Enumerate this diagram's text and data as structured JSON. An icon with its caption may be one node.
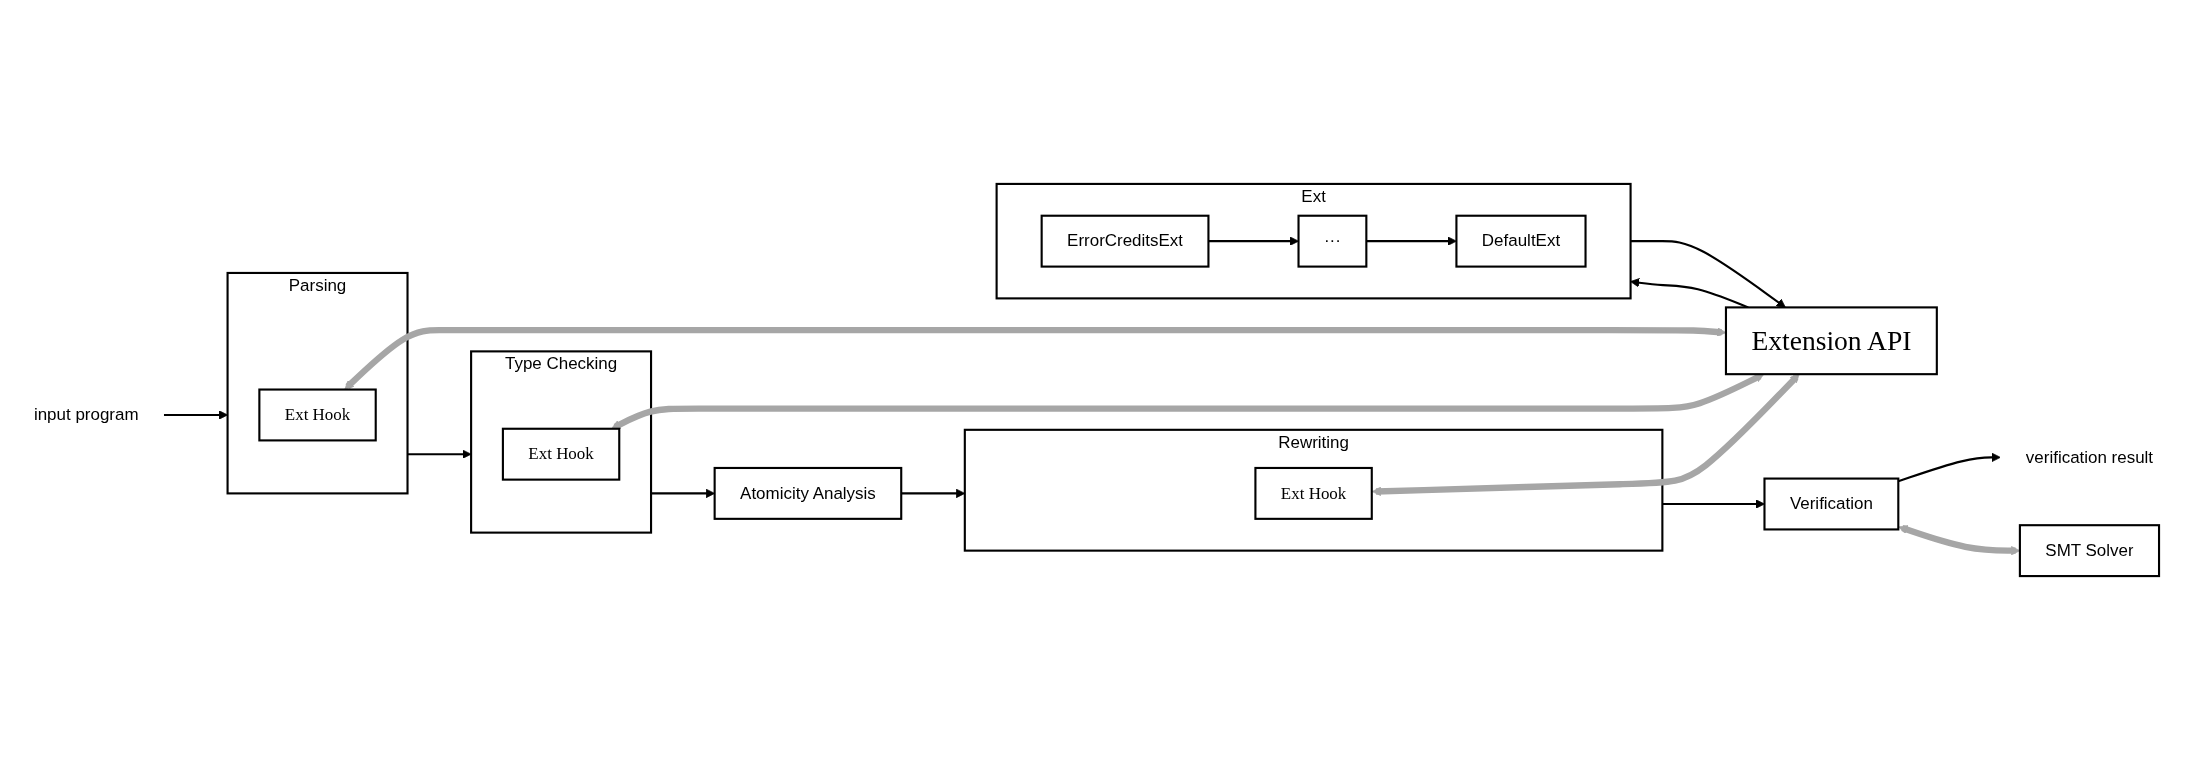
{
  "diagram": {
    "nodes": [
      {
        "text": [
          "input program"
        ]
      },
      {
        "text": [
          "Parsing"
        ]
      },
      {
        "text": [
          "Ext Hook"
        ],
        "in": 1
      },
      {
        "text": [
          "Type Checking"
        ]
      },
      {
        "text": [
          "Ext Hook"
        ],
        "in": 3
      },
      {
        "text": [
          "Atomicity Analysis"
        ]
      },
      {
        "text": [
          "Rewriting"
        ]
      },
      {
        "text": [
          "Ext Hook"
        ],
        "in": 6
      },
      {
        "text": [
          "Verification"
        ]
      },
      {
        "text": [
          "verification result"
        ]
      },
      {
        "text": [
          "Extension API"
        ]
      },
      {
        "text": [
          "SMT Solver"
        ]
      },
      {
        "text": [
          "Ext"
        ]
      },
      {
        "text": [
          "ErrorCreditsExt"
        ],
        "in": 12
      },
      {
        "text": [
          "···"
        ],
        "in": 12
      },
      {
        "text": [
          "DefaultExt"
        ],
        "in": 12
      }
    ],
    "edges": [
      {
        "from": 0,
        "to": 1,
        "arrow": "to"
      },
      {
        "from": 1,
        "to": 3,
        "arrow": "to"
      },
      {
        "from": 3,
        "to": 5,
        "arrow": "to"
      },
      {
        "from": 5,
        "to": 6,
        "arrow": "to"
      },
      {
        "from": 6,
        "to": 8,
        "arrow": "to"
      },
      {
        "from": 8,
        "to": 9,
        "arrow": "to"
      },
      {
        "from": 2,
        "to": 10,
        "arrow": "both",
        "style": "thick",
        "color": "#a6a6a6"
      },
      {
        "from": 4,
        "to": 10,
        "arrow": "both",
        "style": "thick",
        "color": "#a6a6a6"
      },
      {
        "from": 7,
        "to": 10,
        "arrow": "both",
        "style": "thick",
        "color": "#a6a6a6"
      },
      {
        "from": 8,
        "to": 11,
        "arrow": "both",
        "style": "thick",
        "color": "#a6a6a6"
      },
      {
        "from": 10,
        "to": 12,
        "arrow": "to"
      },
      {
        "from": 12,
        "to": 10,
        "arrow": "to"
      },
      {
        "from": 13,
        "to": 14,
        "arrow": "to"
      },
      {
        "from": 14,
        "to": 15,
        "arrow": "to"
      }
    ]
  }
}
